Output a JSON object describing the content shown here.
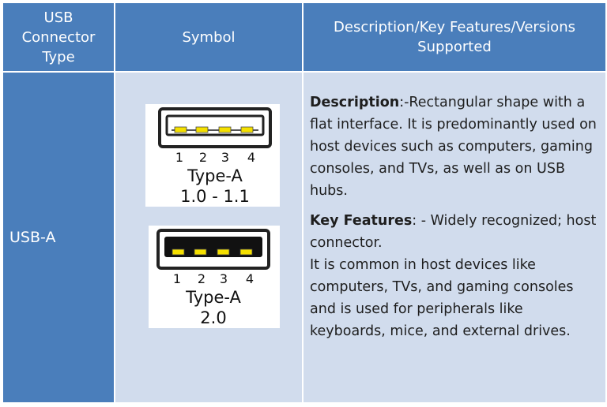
{
  "table": {
    "headers": {
      "type": "USB\nConnector\nType",
      "symbol": "Symbol",
      "description": "Description/Key Features/Versions\nSupported"
    },
    "rows": [
      {
        "type": "USB-A",
        "symbols": [
          {
            "pin_numbers": [
              "1",
              "2",
              "3",
              "4"
            ],
            "name": "Type-A",
            "version": "1.0 - 1.1"
          },
          {
            "pin_numbers": [
              "1",
              "2",
              "3",
              "4"
            ],
            "name": "Type-A",
            "version": "2.0"
          }
        ],
        "description_label": "Description",
        "description_text": ":-Rectangular shape with a flat interface. It is predominantly used on host devices such as computers, gaming consoles, and TVs, as well as on USB hubs.",
        "features_label": "Key Features",
        "features_text": ": - Widely recognized; host connector.",
        "features_extra": "It is common in host devices like computers, TVs, and gaming consoles and is used for peripherals like keyboards, mice, and external drives."
      }
    ]
  },
  "colors": {
    "header_bg": "#4a7ebb",
    "body_bg": "#d1dced",
    "pin_color": "#f5e000"
  }
}
